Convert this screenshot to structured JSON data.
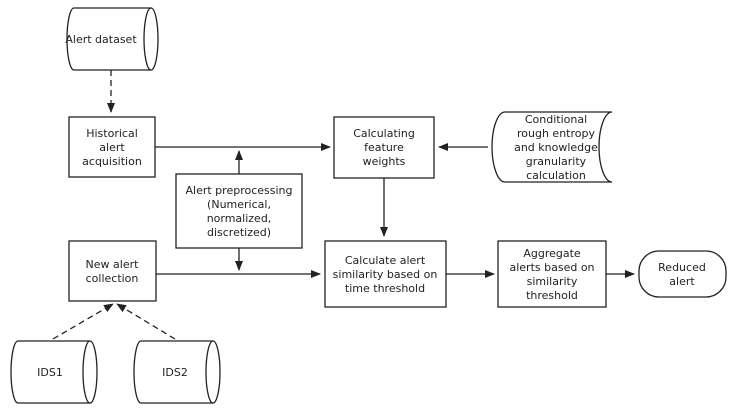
{
  "nodes": {
    "alert_dataset": {
      "lines": [
        "Alert dataset"
      ]
    },
    "historical": {
      "lines": [
        "Historical",
        "alert",
        "acquisition"
      ]
    },
    "preprocess": {
      "lines": [
        "Alert preprocessing",
        "(Numerical,",
        "normalized,",
        "discretized)"
      ]
    },
    "new_alert": {
      "lines": [
        "New alert",
        "collection"
      ]
    },
    "ids1": {
      "lines": [
        "IDS1"
      ]
    },
    "ids2": {
      "lines": [
        "IDS2"
      ]
    },
    "feature_weights": {
      "lines": [
        "Calculating",
        "feature",
        "weights"
      ]
    },
    "conditional": {
      "lines": [
        "Conditional",
        "rough entropy",
        "and knowledge",
        "granularity",
        "calculation"
      ]
    },
    "similarity": {
      "lines": [
        "Calculate alert",
        "similarity based on",
        "time threshold"
      ]
    },
    "aggregate": {
      "lines": [
        "Aggregate",
        "alerts based on",
        "similarity",
        "threshold"
      ]
    },
    "reduced": {
      "lines": [
        "Reduced",
        "alert"
      ]
    }
  }
}
